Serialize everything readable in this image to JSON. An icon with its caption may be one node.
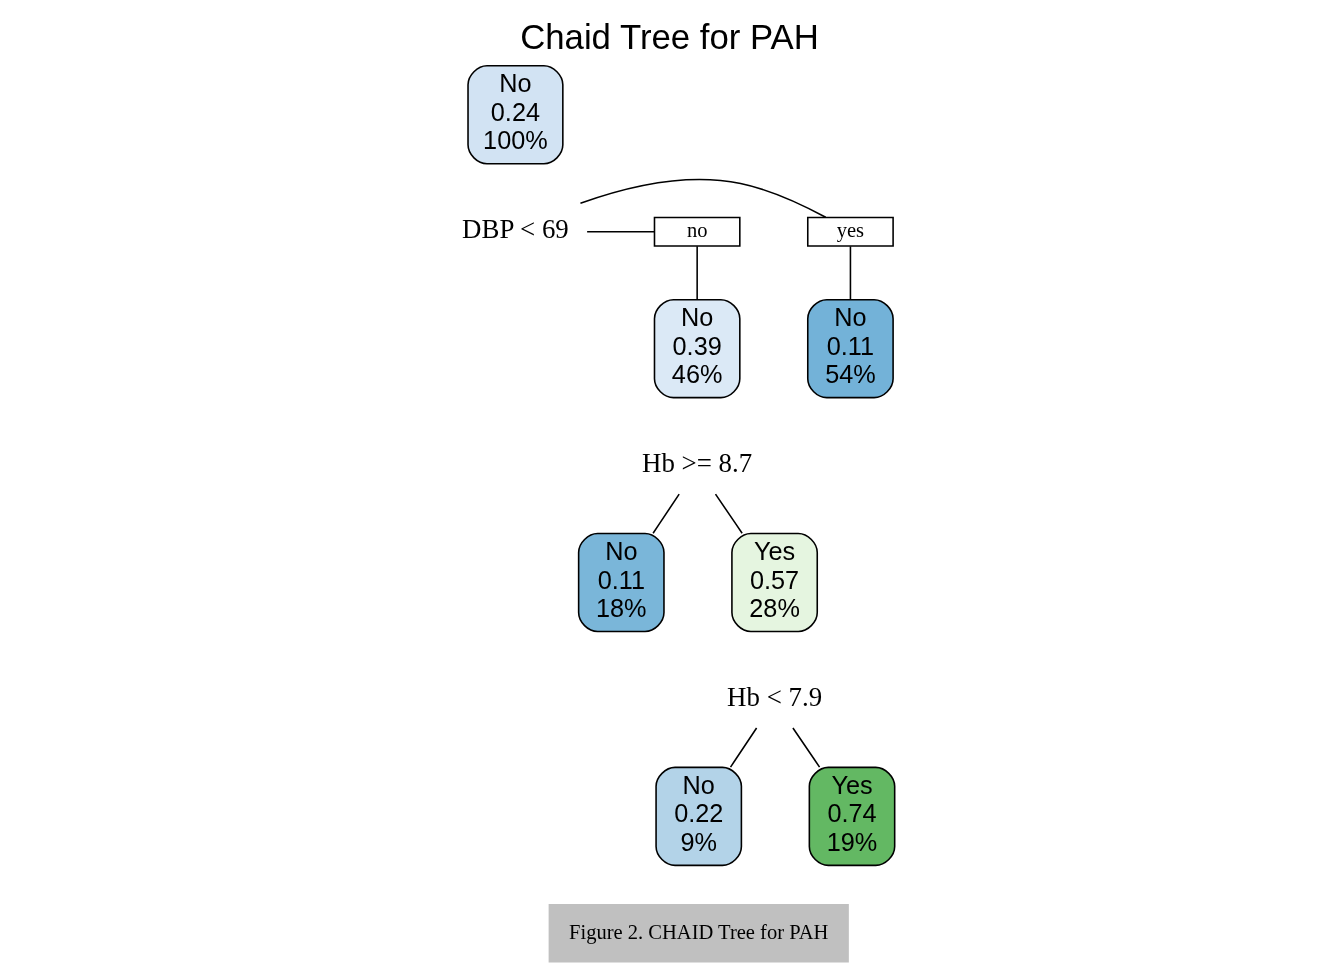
{
  "diagram": {
    "title": "Chaid Tree for PAH",
    "caption": "Figure 2. CHAID Tree for PAH",
    "nodes": [
      {
        "text": [
          "No",
          "0.24",
          "100%"
        ]
      },
      {
        "text": [
          "yes"
        ]
      },
      {
        "text": [
          "DBP < 69"
        ]
      },
      {
        "text": [
          "no"
        ]
      },
      {
        "text": [
          "No",
          "0.11",
          "54%"
        ]
      },
      {
        "text": [
          "No",
          "0.39",
          "46%"
        ]
      },
      {
        "text": [
          "Hb >= 8.7"
        ]
      },
      {
        "text": [
          "No",
          "0.11",
          "18%"
        ]
      },
      {
        "text": [
          "Yes",
          "0.57",
          "28%"
        ]
      },
      {
        "text": [
          "Hb < 7.9"
        ]
      },
      {
        "text": [
          "No",
          "0.22",
          "9%"
        ]
      },
      {
        "text": [
          "Yes",
          "0.74",
          "19%"
        ]
      }
    ],
    "edges": [
      {
        "from": 2,
        "to": 1,
        "arrow": "none"
      },
      {
        "from": 2,
        "to": 3,
        "arrow": "none"
      },
      {
        "from": 1,
        "to": 4,
        "arrow": "none"
      },
      {
        "from": 3,
        "to": 5,
        "arrow": "none"
      },
      {
        "from": 6,
        "to": 7,
        "arrow": "none"
      },
      {
        "from": 6,
        "to": 8,
        "arrow": "none"
      },
      {
        "from": 9,
        "to": 10,
        "arrow": "none"
      },
      {
        "from": 9,
        "to": 11,
        "arrow": "none"
      }
    ]
  }
}
